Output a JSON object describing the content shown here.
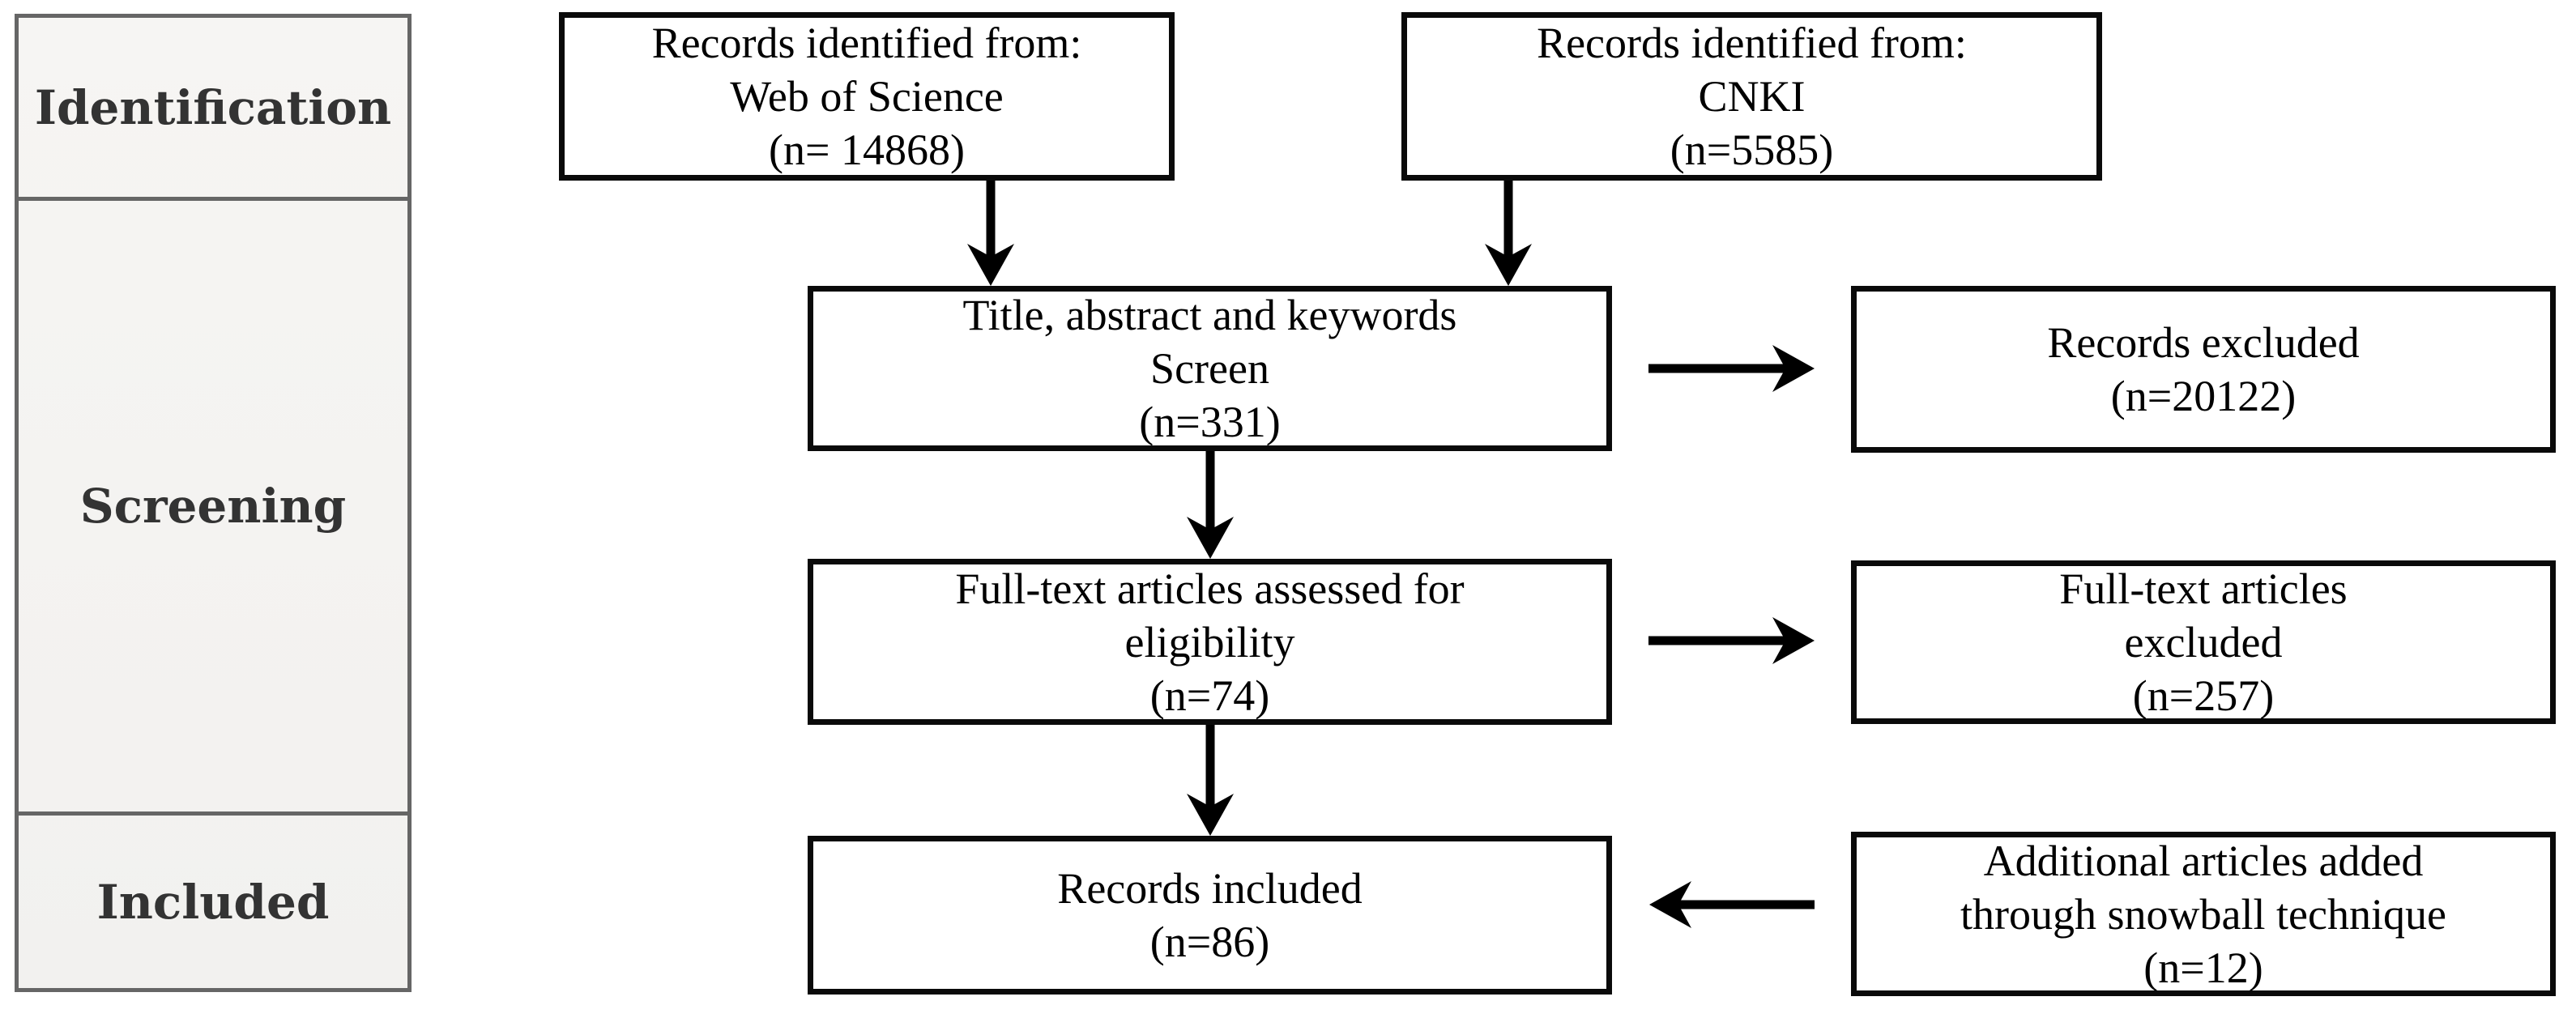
{
  "sidebar": {
    "stages": [
      {
        "label": "Identification"
      },
      {
        "label": "Screening"
      },
      {
        "label": "Included"
      }
    ]
  },
  "boxes": {
    "wos": {
      "lines": [
        "Records identified from:",
        "Web of Science",
        "(n= 14868)"
      ]
    },
    "cnki": {
      "lines": [
        "Records identified from:",
        "CNKI",
        "(n=5585)"
      ]
    },
    "screen": {
      "lines": [
        "Title, abstract and keywords",
        "Screen",
        "(n=331)"
      ]
    },
    "records_excluded": {
      "lines": [
        "Records excluded",
        "(n=20122)"
      ]
    },
    "fulltext": {
      "lines": [
        "Full-text articles assessed for",
        "eligibility",
        "(n=74)"
      ]
    },
    "fulltext_excluded": {
      "lines": [
        "Full-text articles",
        "excluded",
        "(n=257)"
      ]
    },
    "included": {
      "lines": [
        "Records included",
        "(n=86)"
      ]
    },
    "snowball": {
      "lines": [
        "Additional articles added",
        "through snowball technique",
        "(n=12)"
      ]
    }
  },
  "colors": {
    "box_border": "#0a0a0a",
    "stage_border": "#666666",
    "stage_fill": "#f4f3f1",
    "arrow": "#000000",
    "stage_text": "#333333",
    "box_text": "#000000"
  }
}
